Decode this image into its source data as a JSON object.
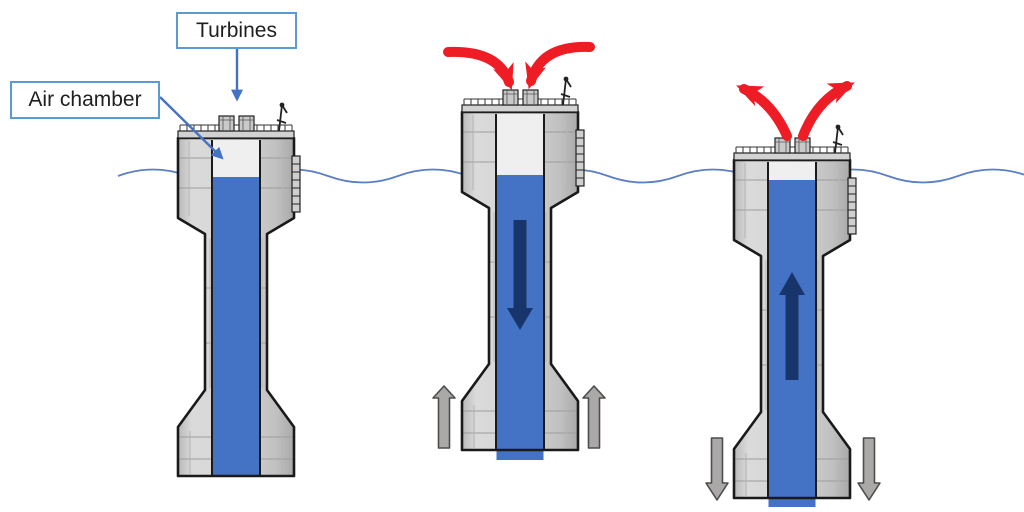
{
  "labels": {
    "turbines": "Turbines",
    "air_chamber": "Air chamber"
  },
  "stages": [
    {
      "name": "owc-buoy-equilibrium",
      "arrows": []
    },
    {
      "name": "owc-buoy-rising-air-intake",
      "arrows": [
        "air-inflow-left-arrow",
        "air-inflow-right-arrow",
        "water-column-down-arrow",
        "buoy-heave-up-left-arrow",
        "buoy-heave-up-right-arrow"
      ]
    },
    {
      "name": "owc-buoy-falling-air-exhaust",
      "arrows": [
        "air-outflow-left-arrow",
        "air-outflow-right-arrow",
        "water-column-up-arrow",
        "buoy-heave-down-left-arrow",
        "buoy-heave-down-right-arrow"
      ]
    }
  ],
  "colors": {
    "background": "#FFFFFF",
    "water_column": "#4472C4",
    "navy_arrow": "#17356B",
    "red_arrow": "#EE1C25",
    "gray_arrow_fill": "#ABA8A8",
    "gray_arrow_outline": "#4D4D4D",
    "hull_outline": "#1A1A1A",
    "chamber_fill": "#EFEFEF",
    "waterline": "#5B7FC4",
    "label_border": "#5B9BD5",
    "label_text": "#1F1F1F",
    "connector": "#4472C4"
  }
}
